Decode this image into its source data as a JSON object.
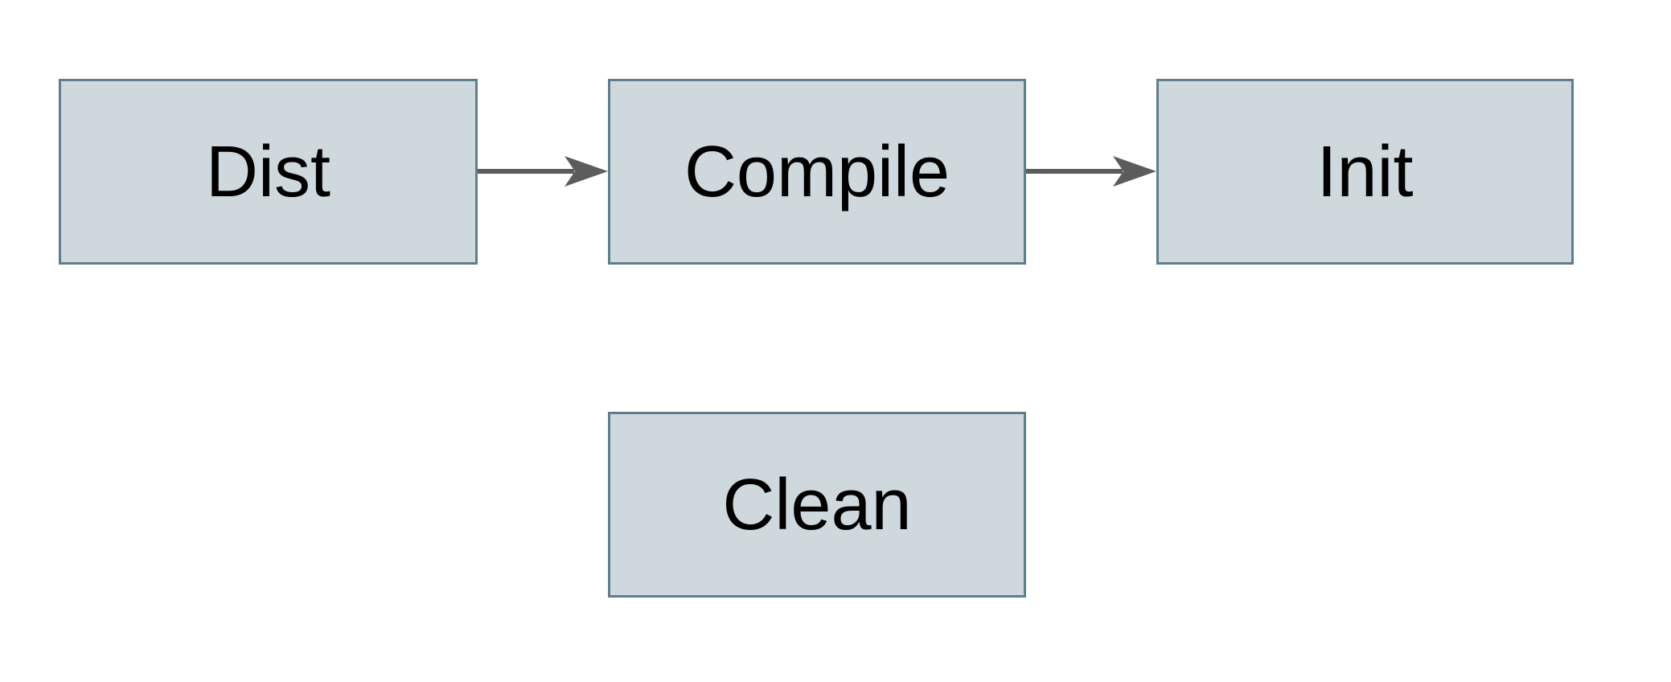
{
  "diagram": {
    "type": "flowchart",
    "background": "#ffffff",
    "nodes": [
      {
        "id": "dist",
        "label": "Dist"
      },
      {
        "id": "compile",
        "label": "Compile"
      },
      {
        "id": "init",
        "label": "Init"
      },
      {
        "id": "clean",
        "label": "Clean"
      }
    ],
    "edges": [
      {
        "from": "dist",
        "to": "compile",
        "direction": "right"
      },
      {
        "from": "compile",
        "to": "init",
        "direction": "right"
      }
    ],
    "colors": {
      "node_fill": "#cfd8dc",
      "node_border": "#607d8b",
      "arrow": "#5c5c5c",
      "text": "#000000",
      "background": "#ffffff"
    }
  }
}
